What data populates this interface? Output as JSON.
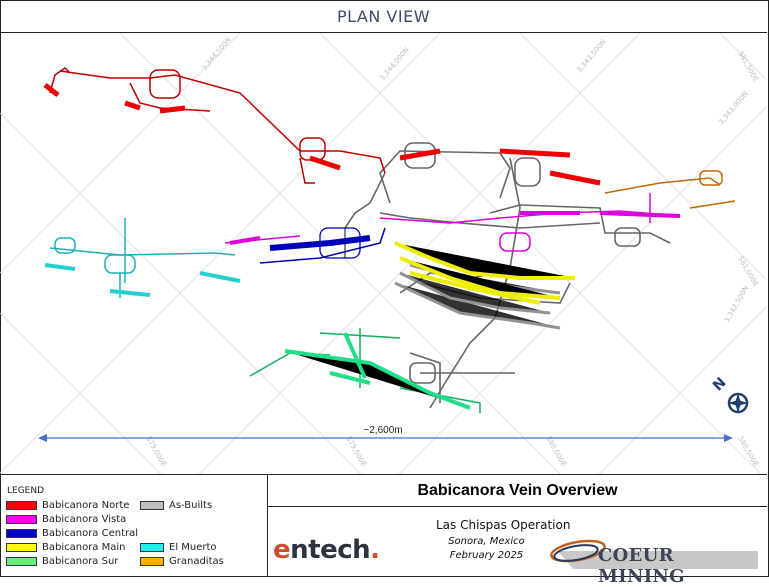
{
  "header": {
    "title": "PLAN VIEW"
  },
  "map": {
    "grid_labels_north": [
      "3,344,500N",
      "3,344,000N",
      "3,343,500N",
      "3,343,000N",
      "3,342,500N"
    ],
    "grid_labels_east": [
      "581,500E",
      "581,000E",
      "579,000E",
      "579,500E",
      "580,000E",
      "580,500E"
    ],
    "scale_label": "~2,600m",
    "north_arrow_label": "N"
  },
  "legend": {
    "title": "LEGEND",
    "items": [
      {
        "label": "Babicanora Norte",
        "color": "#ff0000"
      },
      {
        "label": "Babicanora Vista",
        "color": "#ff00ff"
      },
      {
        "label": "Babicanora Central",
        "color": "#0000cc"
      },
      {
        "label": "Babicanora Main",
        "color": "#ffff00"
      },
      {
        "label": "Babicanora Sur",
        "color": "#66ee77"
      },
      {
        "label": "As-Builts",
        "color": "#c0c0c0"
      },
      {
        "label": "El Muerto",
        "color": "#22eeee"
      },
      {
        "label": "Granaditas",
        "color": "#ffb000"
      }
    ]
  },
  "panel": {
    "title": "Babicanora Vein Overview",
    "operation": "Las Chispas Operation",
    "location": "Sonora, Mexico",
    "date": "February 2025",
    "logo_left": "entech.",
    "logo_right": "COEUR MINING"
  }
}
